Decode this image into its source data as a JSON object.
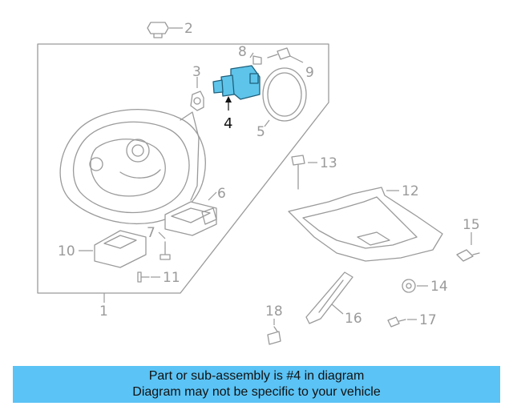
{
  "callouts": {
    "c1": "1",
    "c2": "2",
    "c3": "3",
    "c4": "4",
    "c5": "5",
    "c6": "6",
    "c7": "7",
    "c8": "8",
    "c9": "9",
    "c10": "10",
    "c11": "11",
    "c12": "12",
    "c13": "13",
    "c14": "14",
    "c15": "15",
    "c16": "16",
    "c17": "17",
    "c18": "18"
  },
  "highlight": {
    "part": "4",
    "color": "#5ec4ea"
  },
  "banner": {
    "line1": "Part or sub-assembly is #4 in diagram",
    "line2": "Diagram may not be specific to your vehicle",
    "color": "#5bc3f5"
  }
}
